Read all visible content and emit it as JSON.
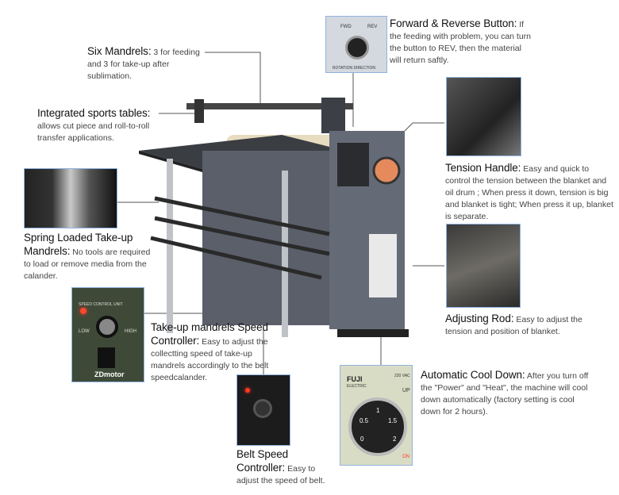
{
  "callouts": {
    "six_mandrels": {
      "title": "Six Mandrels:",
      "text": "3 for feeding and 3 for take-up after sublimation."
    },
    "sports_tables": {
      "title": "Integrated sports tables:",
      "text": "allows cut piece and roll-to-roll transfer applications."
    },
    "forward_reverse": {
      "title": "Forward &  Reverse Button:",
      "text": "If the feeding with problem, you can turn the button to REV, then the material will return saftly."
    },
    "tension_handle": {
      "title": "Tension Handle:",
      "text": "Easy and quick to control the tension between the blanket and oil drum ; When press it down, tension is big and blanket is tight; When press it up, blanket is separate."
    },
    "spring_loaded": {
      "title": "Spring Loaded Take-up Mandrels:",
      "text": "No tools are required to load or remove media from the calander."
    },
    "adjusting_rod": {
      "title": "Adjusting Rod:",
      "text": "Easy to adjust the tension and position of blanket."
    },
    "takeup_speed": {
      "title": "Take-up mandrels Speed Controller:",
      "text": "Easy to adjust the collectting speed of take-up mandrels accordingly to the belt speedcalander."
    },
    "cool_down": {
      "title": "Automatic Cool Down:",
      "text": "After you turn off the \"Power\" and \"Heat\", the machine will cool down automatically (factory setting is cool down for 2 hours)."
    },
    "belt_speed": {
      "title": "Belt Speed Controller:",
      "text": "Easy to adjust the speed of belt."
    }
  },
  "photo_labels": {
    "fwd": "FWD",
    "rev": "REV",
    "rotation": "ROTATION DIRECTION",
    "speed_unit": "SPEED CONTROL UNIT",
    "low": "LOW",
    "high": "HIGH",
    "brand": "ZDmotor",
    "fuji": "FUJI",
    "electric": "ELECTRIC",
    "vac": "220 VAC",
    "up": "UP",
    "on": "ON",
    "dial": [
      "0",
      "0.5",
      "1",
      "1.5",
      "2"
    ]
  }
}
